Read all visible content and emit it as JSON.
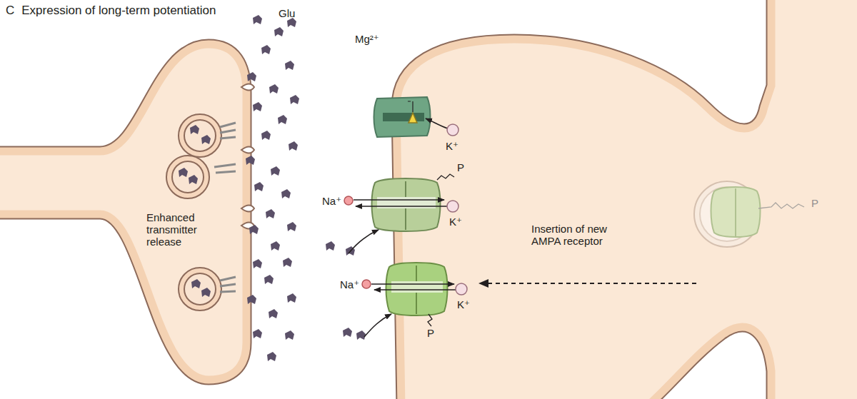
{
  "diagram": {
    "title": "Expression of long-term potentiation",
    "labels": [
      "C",
      "Glu",
      "Mg²⁺",
      "K⁺",
      "P",
      "Na⁺",
      "K⁺",
      "Enhanced transmitter release",
      "Insertion of new AMPA receptor",
      "P",
      "Na⁺",
      "K⁺",
      "P"
    ]
  }
}
